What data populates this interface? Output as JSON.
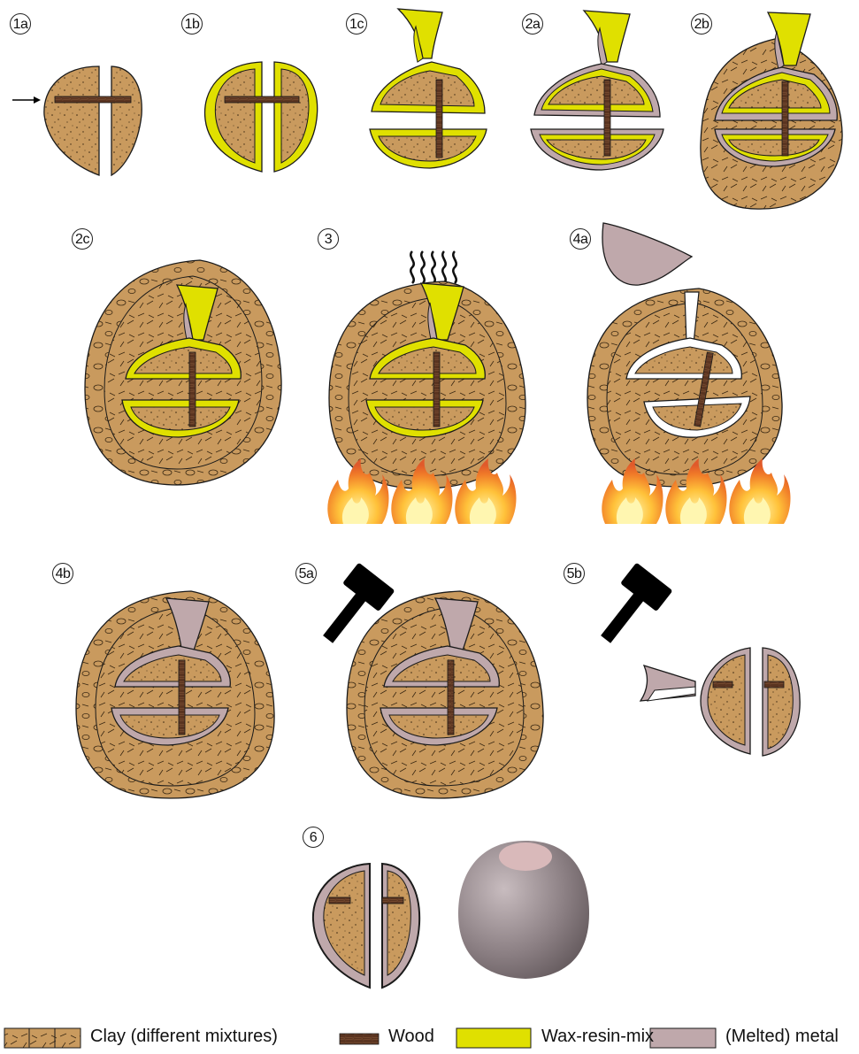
{
  "steps": {
    "s1a": "1a",
    "s1b": "1b",
    "s1c": "1c",
    "s2a": "2a",
    "s2b": "2b",
    "s2c": "2c",
    "s3": "3",
    "s4a": "4a",
    "s4b": "4b",
    "s5a": "5a",
    "s5b": "5b",
    "s6": "6"
  },
  "legend": {
    "clay": "Clay (different mixtures)",
    "wood": "Wood",
    "wax": "Wax-resin-mix",
    "metal": "(Melted) metal"
  },
  "colors": {
    "clay": "#c99a5e",
    "wood": "#5a3420",
    "wax": "#e0e000",
    "metal": "#bfa8ab",
    "outline": "#1a1a1a",
    "hammer": "#000000"
  }
}
